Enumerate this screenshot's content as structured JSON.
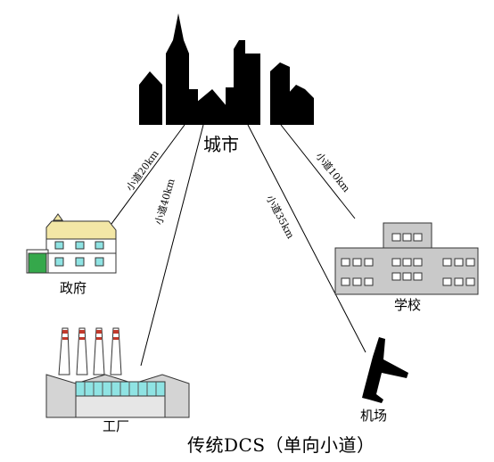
{
  "nodes": {
    "city": "城市",
    "government": "政府",
    "school": "学校",
    "factory": "工厂",
    "airport": "机场"
  },
  "roads": {
    "to_government": "小道20km",
    "to_factory": "小道40km",
    "to_airport": "小道35km",
    "to_school": "小道10km"
  },
  "caption": "传统DCS（单向小道）",
  "colors": {
    "line": "#000000",
    "factory_window": "#8fe3e3",
    "house_roof": "#f3e7a6",
    "house_wall": "#ffffff",
    "school_wall": "#c9c9c9",
    "garage_door": "#35a84b"
  },
  "icons": [
    "city-skyline-icon",
    "government-building-icon",
    "school-building-icon",
    "factory-icon",
    "airplane-icon"
  ]
}
